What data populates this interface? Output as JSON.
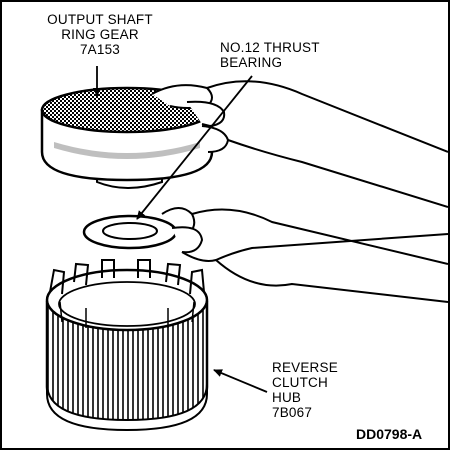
{
  "labels": {
    "ring_gear": {
      "line1": "OUTPUT SHAFT",
      "line2": "RING GEAR",
      "line3": "7A153"
    },
    "thrust_bearing": {
      "line1": "NO.12 THRUST",
      "line2": "BEARING"
    },
    "clutch_hub": {
      "line1": "REVERSE",
      "line2": "CLUTCH",
      "line3": "HUB",
      "line4": "7B067"
    }
  },
  "figure_id": "DD0798-A"
}
